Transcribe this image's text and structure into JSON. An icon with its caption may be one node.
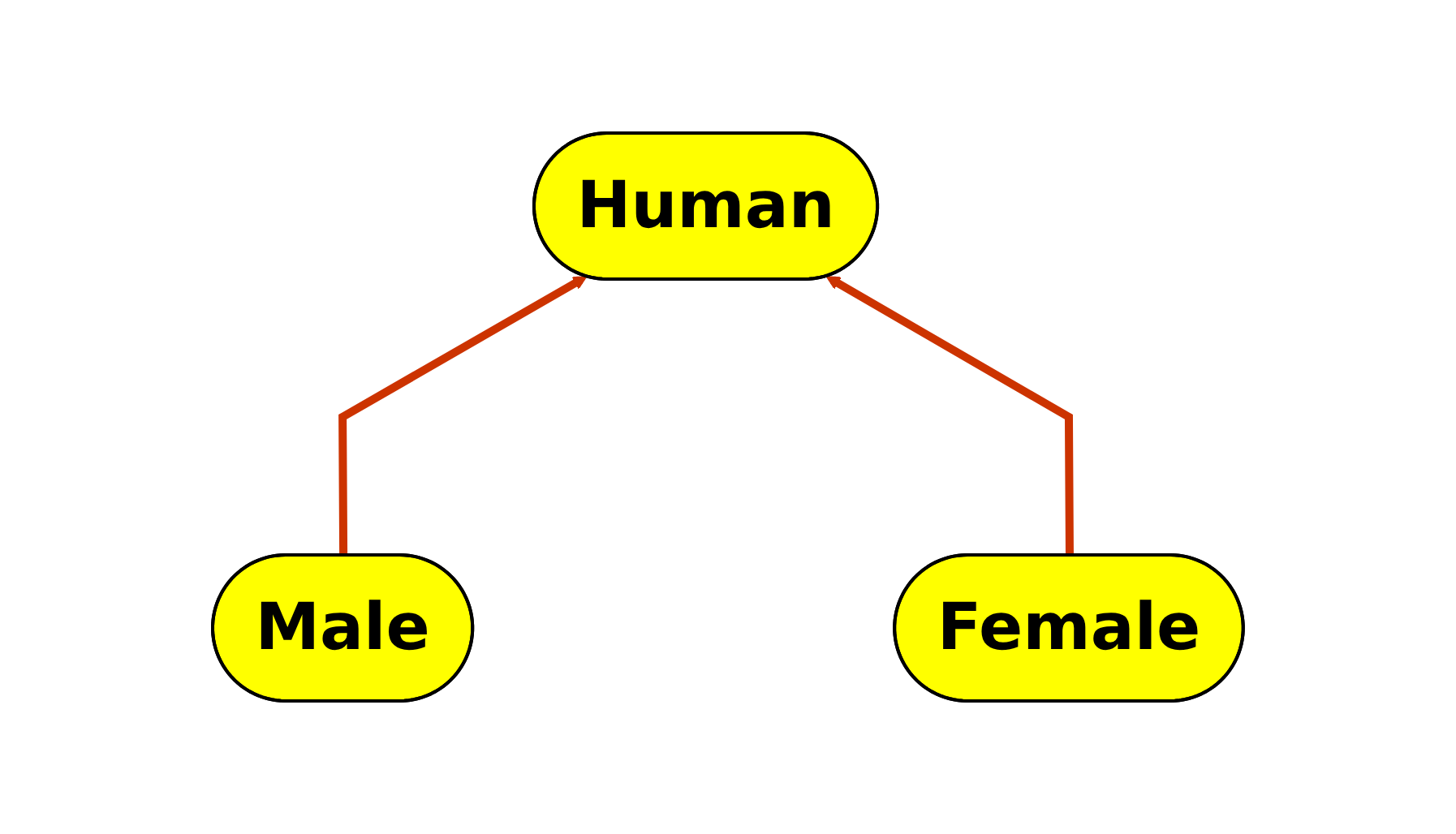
{
  "diagram": {
    "nodes": [
      {
        "text": [
          "Human"
        ]
      },
      {
        "text": [
          "Male"
        ]
      },
      {
        "text": [
          "Female"
        ]
      }
    ],
    "edges": [
      {
        "from": 1,
        "to": 0,
        "arrow": "to"
      },
      {
        "from": 2,
        "to": 0,
        "arrow": "to"
      }
    ]
  }
}
